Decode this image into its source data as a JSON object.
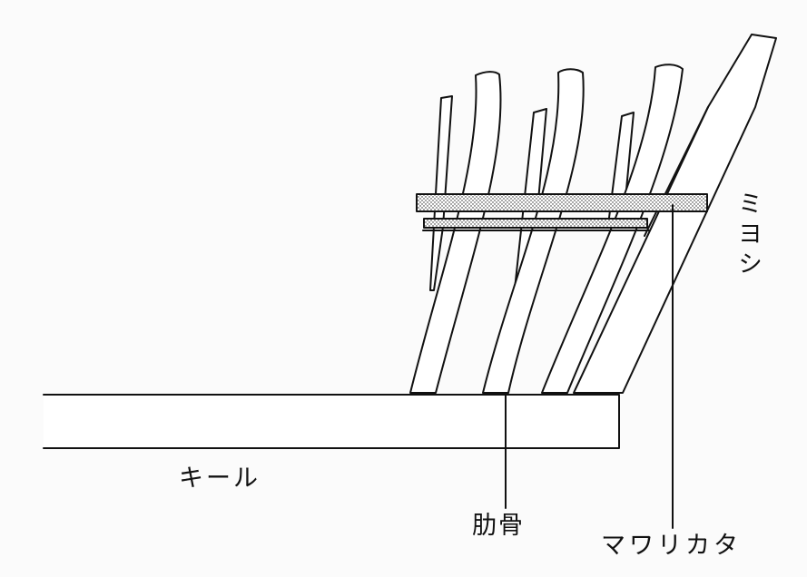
{
  "labels": {
    "keel": "キール",
    "rib": "肋骨",
    "mawarikata": "マワリカタ",
    "miyoshi": "ミヨシ"
  },
  "colors": {
    "ink": "#111111",
    "paper": "#fbfbfb"
  }
}
